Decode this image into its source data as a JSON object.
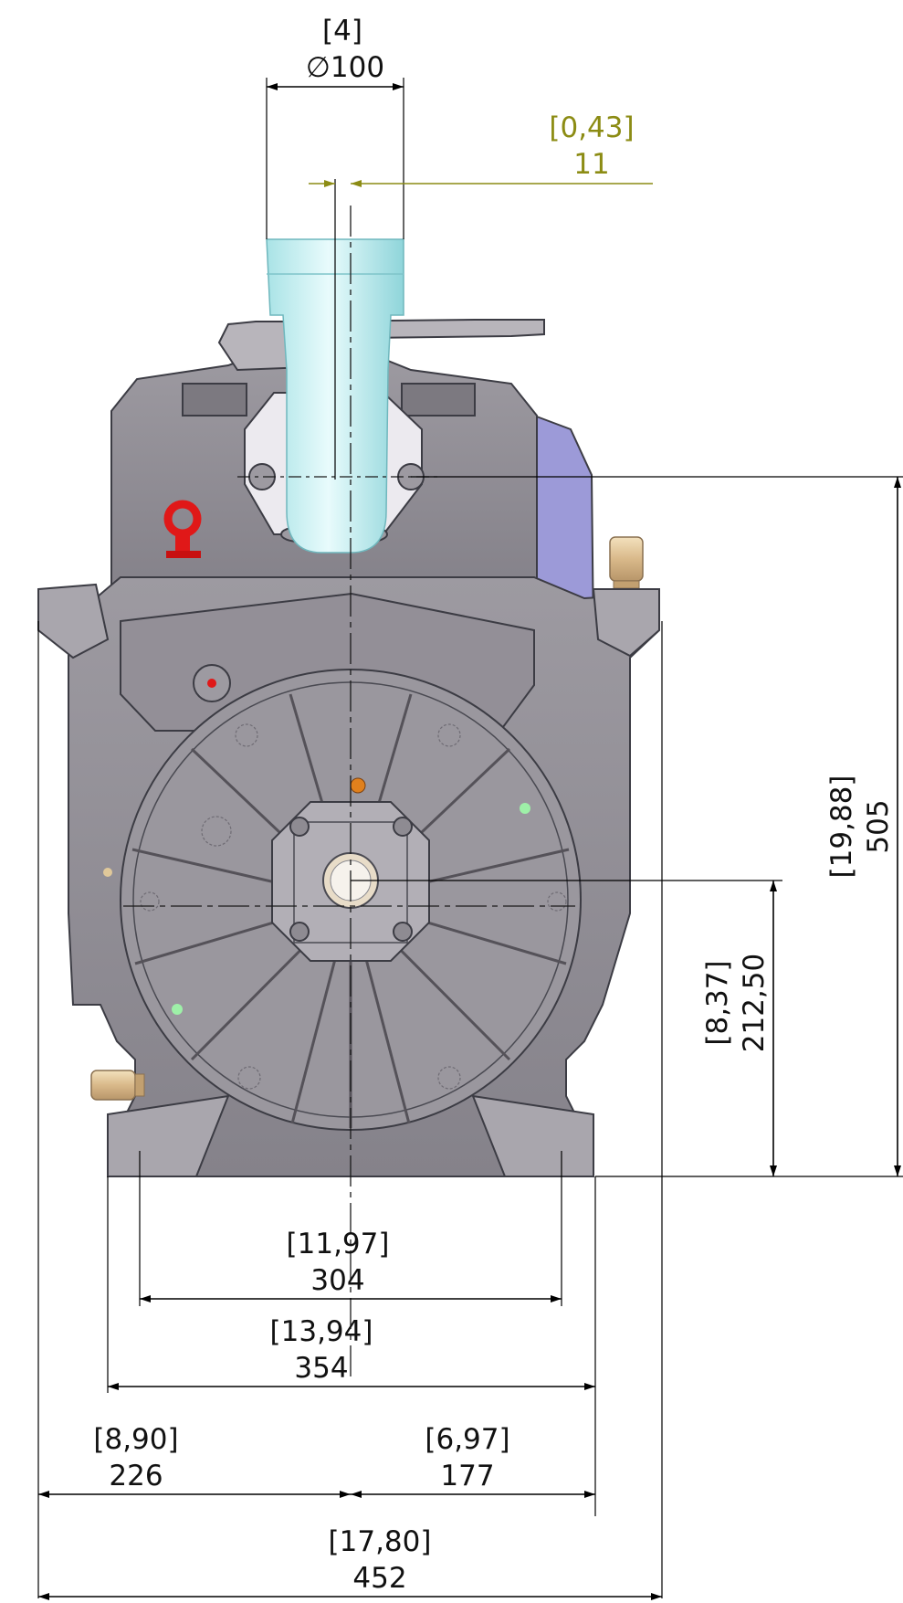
{
  "colors": {
    "body": "#8e8b92",
    "body_dark": "#6f6c74",
    "body_light": "#a7a4aa",
    "pipe": "#bfeef0",
    "accent_purple": "#9c9ad8",
    "lifting_eye": "#e01818",
    "brass": "#e0c89a",
    "dimension_olive": "#8c8c14"
  },
  "dimensions": {
    "inlet_bracket": "[4]",
    "inlet_diameter": "∅100",
    "offset_bracket": "[0,43]",
    "offset_value": "11",
    "total_height_bracket": "[19,88]",
    "total_height_value": "505",
    "shaft_height_bracket": "[8,37]",
    "shaft_height_value": "212,50",
    "inner_foot_bracket": "[11,97]",
    "inner_foot_value": "304",
    "outer_foot_bracket": "[13,94]",
    "outer_foot_value": "354",
    "left_bracket": "[8,90]",
    "left_value": "226",
    "right_bracket": "[6,97]",
    "right_value": "177",
    "total_width_bracket": "[17,80]",
    "total_width_value": "452"
  }
}
